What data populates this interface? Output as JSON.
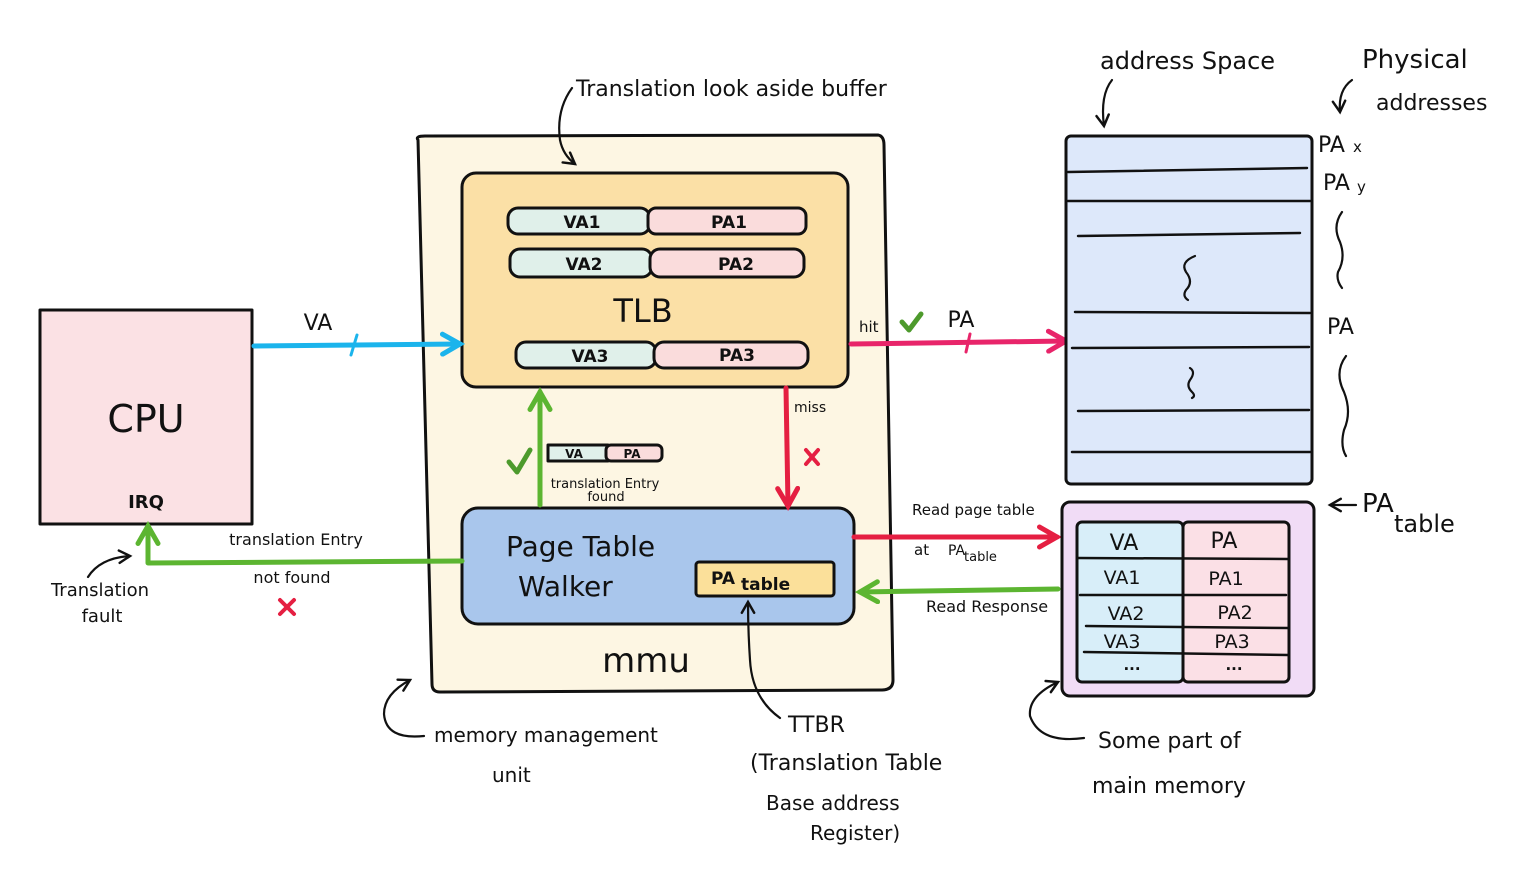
{
  "colors": {
    "cpu_fill": "#fbe1e4",
    "mmu_fill": "#fdf6e3",
    "tlb_fill": "#fbe0a6",
    "va_cell": "#e0f0ea",
    "pa_cell": "#fadcdc",
    "ptw_fill": "#a9c6ec",
    "pa_table_reg_fill": "#fbe09a",
    "address_space_fill": "#dde8fa",
    "page_table_outer": "#f1dcf6",
    "page_table_va_col": "#d8eef9",
    "page_table_pa_col": "#fbe0e6",
    "va_arrow": "#1bb4ec",
    "pa_arrow": "#e8256a",
    "miss_arrow": "#e51f42",
    "green_arrow": "#5cb531",
    "check": "#4d9a2c",
    "cross": "#e51f42"
  },
  "cpu": {
    "label": "CPU",
    "irq_label": "IRQ"
  },
  "mmu": {
    "label": "mmu",
    "annotation_line1": "memory management",
    "annotation_line2": "unit"
  },
  "tlb": {
    "label": "TLB",
    "annotation": "Translation look aside buffer",
    "entries": [
      {
        "va": "VA1",
        "pa": "PA1"
      },
      {
        "va": "VA2",
        "pa": "PA2"
      },
      {
        "va": "VA3",
        "pa": "PA3"
      }
    ]
  },
  "page_table_walker": {
    "label_line1": "Page Table",
    "label_line2": "Walker",
    "register_main": "PA",
    "register_sub": "table"
  },
  "ttbr": {
    "line1": "TTBR",
    "line2": "(Translation Table",
    "line3": "Base address",
    "line4": "Register)"
  },
  "found_entry": {
    "va": "VA",
    "pa": "PA",
    "caption_line1": "translation Entry",
    "caption_line2": "found",
    "status_icon": "check-icon"
  },
  "arrows": {
    "va_label": "VA",
    "hit_label": "hit",
    "pa_label": "PA",
    "miss_label": "miss",
    "read_page_table_line1": "Read page table",
    "read_page_table_at": "at",
    "read_page_table_main": "PA",
    "read_page_table_sub": "table",
    "read_response_label": "Read Response",
    "not_found_line1": "translation Entry",
    "not_found_line2": "not found",
    "fault_line1": "Translation",
    "fault_line2": "fault"
  },
  "address_space": {
    "label": "address Space",
    "physical_line1": "Physical",
    "physical_line2": "addresses",
    "pa_x_main": "PA",
    "pa_x_sub": "x",
    "pa_y_main": "PA",
    "pa_y_sub": "y",
    "pa_label": "PA"
  },
  "page_table": {
    "pointer_main": "PA",
    "pointer_sub": "table",
    "header": {
      "va": "VA",
      "pa": "PA"
    },
    "rows": [
      {
        "va": "VA1",
        "pa": "PA1"
      },
      {
        "va": "VA2",
        "pa": "PA2"
      },
      {
        "va": "VA3",
        "pa": "PA3"
      },
      {
        "va": "...",
        "pa": "..."
      }
    ],
    "annotation_line1": "Some part of",
    "annotation_line2": "main memory"
  }
}
